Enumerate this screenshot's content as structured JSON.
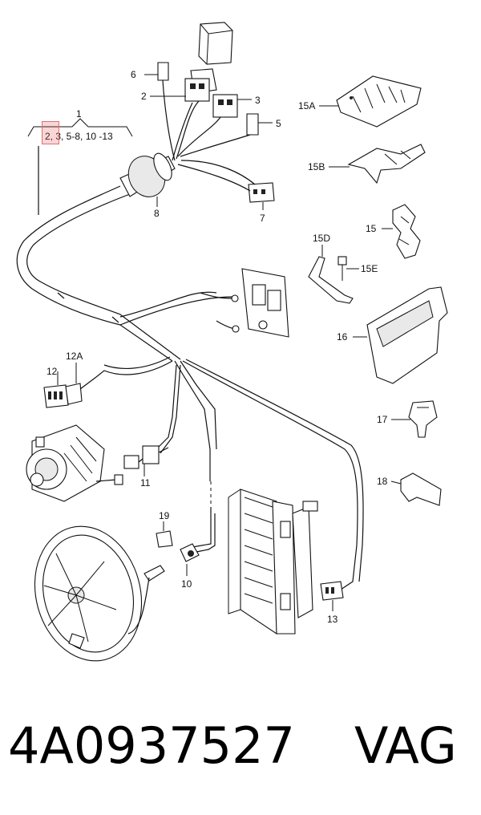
{
  "diagram": {
    "callouts": {
      "c1": "1",
      "c1_sub": "2, 3, 5-8, 10 -13",
      "c2": "2",
      "c3": "3",
      "c5": "5",
      "c6": "6",
      "c7": "7",
      "c8": "8",
      "c10": "10",
      "c11": "11",
      "c12": "12",
      "c12A": "12A",
      "c13": "13",
      "c15": "15",
      "c15A": "15A",
      "c15B": "15B",
      "c15D": "15D",
      "c15E": "15E",
      "c16": "16",
      "c17": "17",
      "c18": "18",
      "c19": "19"
    }
  },
  "footer": {
    "part_number": "4A0937527",
    "brand": "VAG"
  }
}
